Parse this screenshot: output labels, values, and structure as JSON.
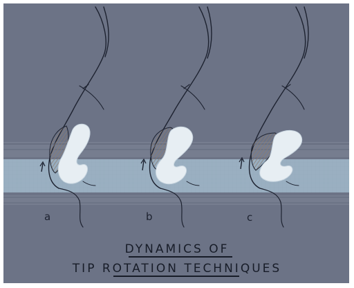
{
  "panels": [
    {
      "label": "a"
    },
    {
      "label": "b"
    },
    {
      "label": "c"
    }
  ],
  "title": {
    "line1": "DYNAMICS OF",
    "line2": "TIP ROTATION TECHNIQUES"
  },
  "colors": {
    "background": "#6c7386",
    "band": "#a9c3d4",
    "cartilage": "#e7eef3",
    "hatch": "#b7aa9c",
    "ink": "#1d2230"
  }
}
